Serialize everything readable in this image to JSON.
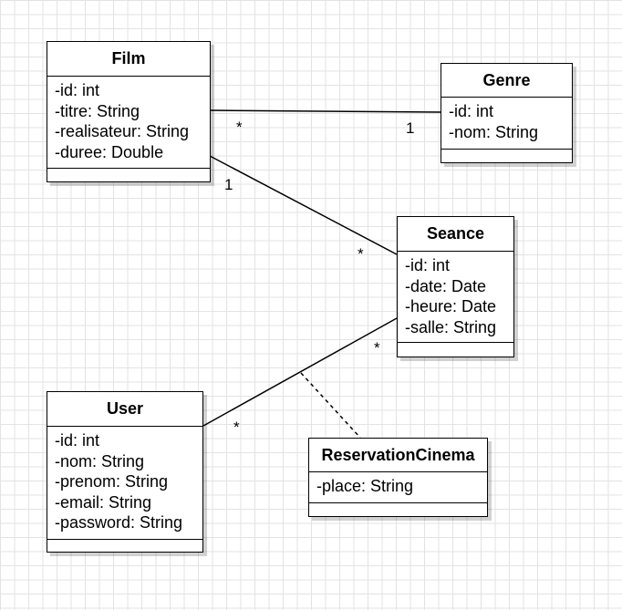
{
  "classes": {
    "film": {
      "name": "Film",
      "attributes": [
        "-id: int",
        "-titre: String",
        "-realisateur: String",
        "-duree: Double"
      ]
    },
    "genre": {
      "name": "Genre",
      "attributes": [
        "-id: int",
        "-nom: String"
      ]
    },
    "seance": {
      "name": "Seance",
      "attributes": [
        "-id: int",
        "-date: Date",
        "-heure: Date",
        "-salle: String"
      ]
    },
    "user": {
      "name": "User",
      "attributes": [
        "-id: int",
        "-nom: String",
        "-prenom: String",
        "-email: String",
        "-password: String"
      ]
    },
    "reservation": {
      "name": "ReservationCinema",
      "attributes": [
        "-place: String"
      ]
    }
  },
  "associations": {
    "film_genre": {
      "film_end": "*",
      "genre_end": "1"
    },
    "film_seance": {
      "film_end": "1",
      "seance_end": "*"
    },
    "user_seance": {
      "user_end": "*",
      "seance_end": "*"
    }
  },
  "colors": {
    "line": "#000000",
    "grid": "#e3e3e3",
    "background": "#ffffff"
  }
}
